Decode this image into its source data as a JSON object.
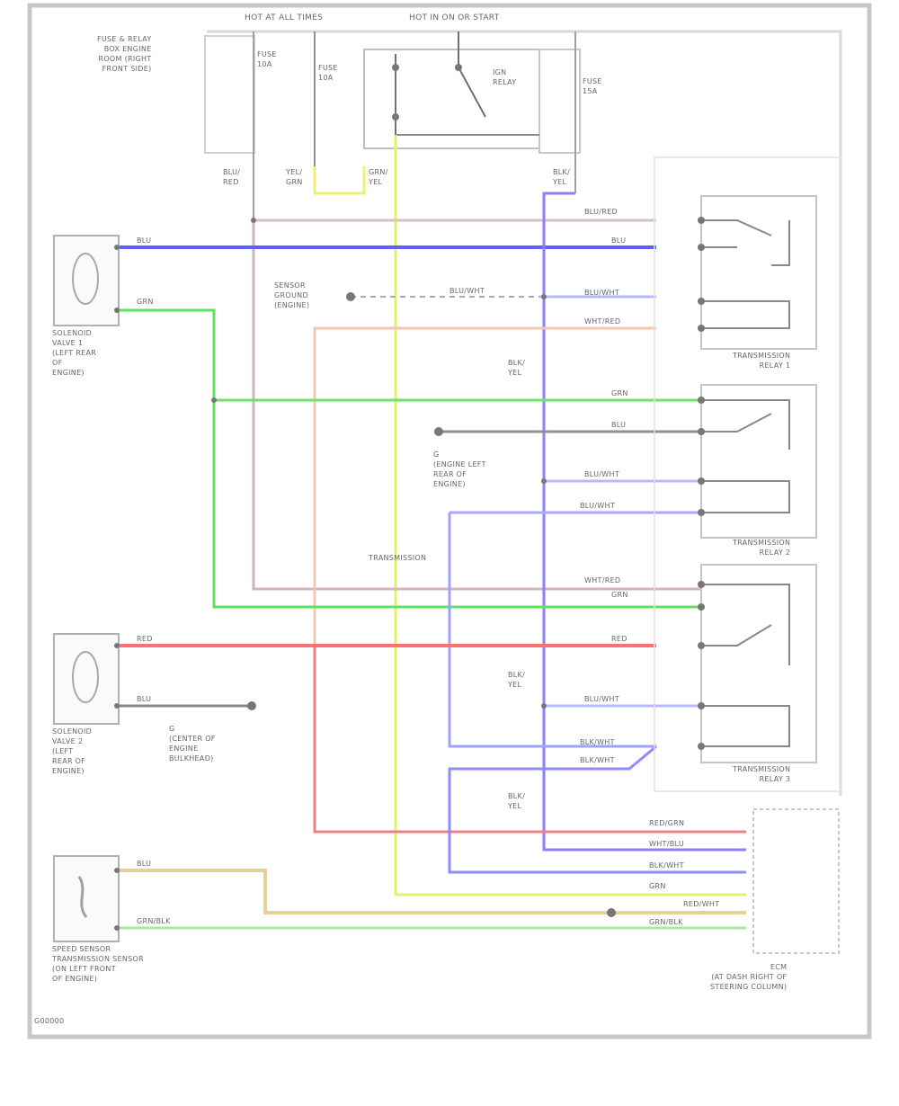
{
  "diagram": {
    "header": {
      "hot_at_all_times": "HOT AT ALL TIMES",
      "hot_in_on_or_start": "HOT IN ON OR START"
    },
    "fuses": {
      "relay_box": "FUSE & RELAY\nBOX ENGINE\nROOM (RIGHT\nFRONT SIDE)",
      "fuse_a": "FUSE\n10A",
      "fuse_b": "FUSE\n10A",
      "ign_relay": "IGN\nRELAY",
      "fuse_c": "FUSE\n15A"
    },
    "wire_colors": {
      "w1": "BLU/\nRED",
      "w2": "YEL/\nGRN",
      "w3": "GRN/\nYEL",
      "w4": "BLK/\nYEL",
      "blu_red_top": "BLU/RED",
      "blu_1": "BLU",
      "blu_wht": "BLU/WHT",
      "wht_red": "WHT/RED",
      "blk_yel_mid": "BLK/\nYEL",
      "grn_1": "GRN",
      "grn_2": "GRN",
      "blu_wht_2": "BLU/WHT",
      "blu_wht_3": "BLU/WHT",
      "wht_red_2": "WHT/RED",
      "grn_3": "GRN",
      "red_1": "RED",
      "red_2": "RED",
      "blu_wht_4": "BLU/WHT",
      "blk_wht_1": "BLK/WHT",
      "blk_wht_2": "BLK/WHT",
      "blk_yel_lower": "BLK/\nYEL",
      "blk_yel_bot": "BLK/\nYEL",
      "red_grn": "RED/GRN",
      "wht_blu": "WHT/BLU",
      "blk_wht_3": "BLK/WHT",
      "grn_4": "GRN",
      "red_wht": "RED/WHT",
      "grn_blk": "GRN/BLK",
      "blu_bot": "BLU",
      "grn_blk_2": "GRN/BLK"
    },
    "components": {
      "solenoid_1": "SOLENOID\nVALVE 1\n(LEFT REAR\nOF\nENGINE)",
      "sensor_ground": "SENSOR\nGROUND\n(ENGINE)",
      "ground_g": "G\n(ENGINE LEFT\nREAR OF\nENGINE)",
      "transmission_relay_1": "TRANSMISSION\nRELAY 1",
      "transmission_relay_2": "TRANSMISSION\nRELAY 2",
      "transmission_relay_3": "TRANSMISSION\nRELAY 3",
      "center_note": "TRANSMISSION",
      "solenoid_2": "SOLENOID\nVALVE 2\n(LEFT\nREAR OF\nENGINE)",
      "ground_g2": "G\n(CENTER OF\nENGINE\nBULKHEAD)",
      "speed_sensor": "SPEED SENSOR\nTRANSMISSION SENSOR\n(ON LEFT FRONT\nOF ENGINE)",
      "ecm": "ECM\n(AT DASH RIGHT OF\nSTEERING COLUMN)",
      "figure_id": "G00000"
    }
  }
}
